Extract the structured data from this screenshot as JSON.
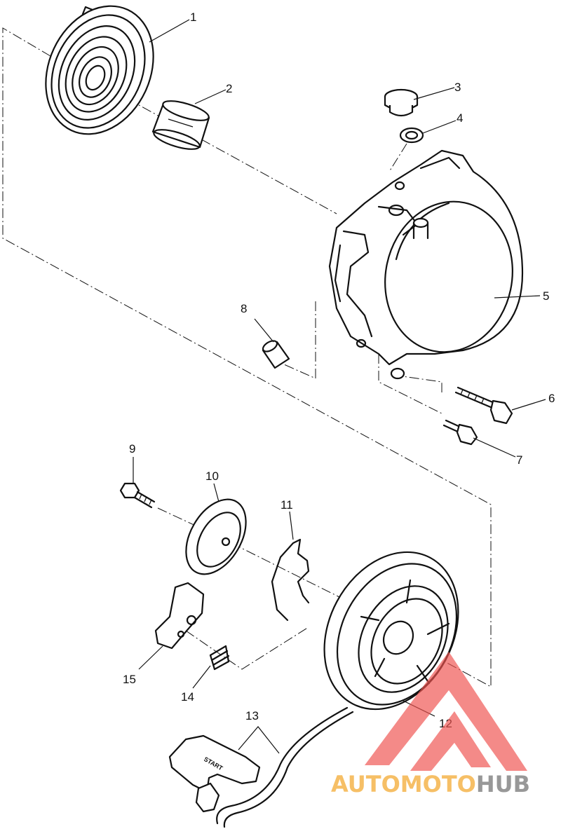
{
  "callouts": {
    "c1": "1",
    "c2": "2",
    "c3": "3",
    "c4": "4",
    "c5": "5",
    "c6": "6",
    "c7": "7",
    "c8": "8",
    "c9": "9",
    "c10": "10",
    "c11": "11",
    "c12": "12",
    "c13": "13",
    "c14": "14",
    "c15": "15"
  },
  "handle_text": "START",
  "watermark": {
    "part1": "AUTOMOTO",
    "part2": "HUB",
    "color_orange": "#f5b041",
    "color_red": "#ef5350",
    "color_grey": "#7f7f7f"
  }
}
